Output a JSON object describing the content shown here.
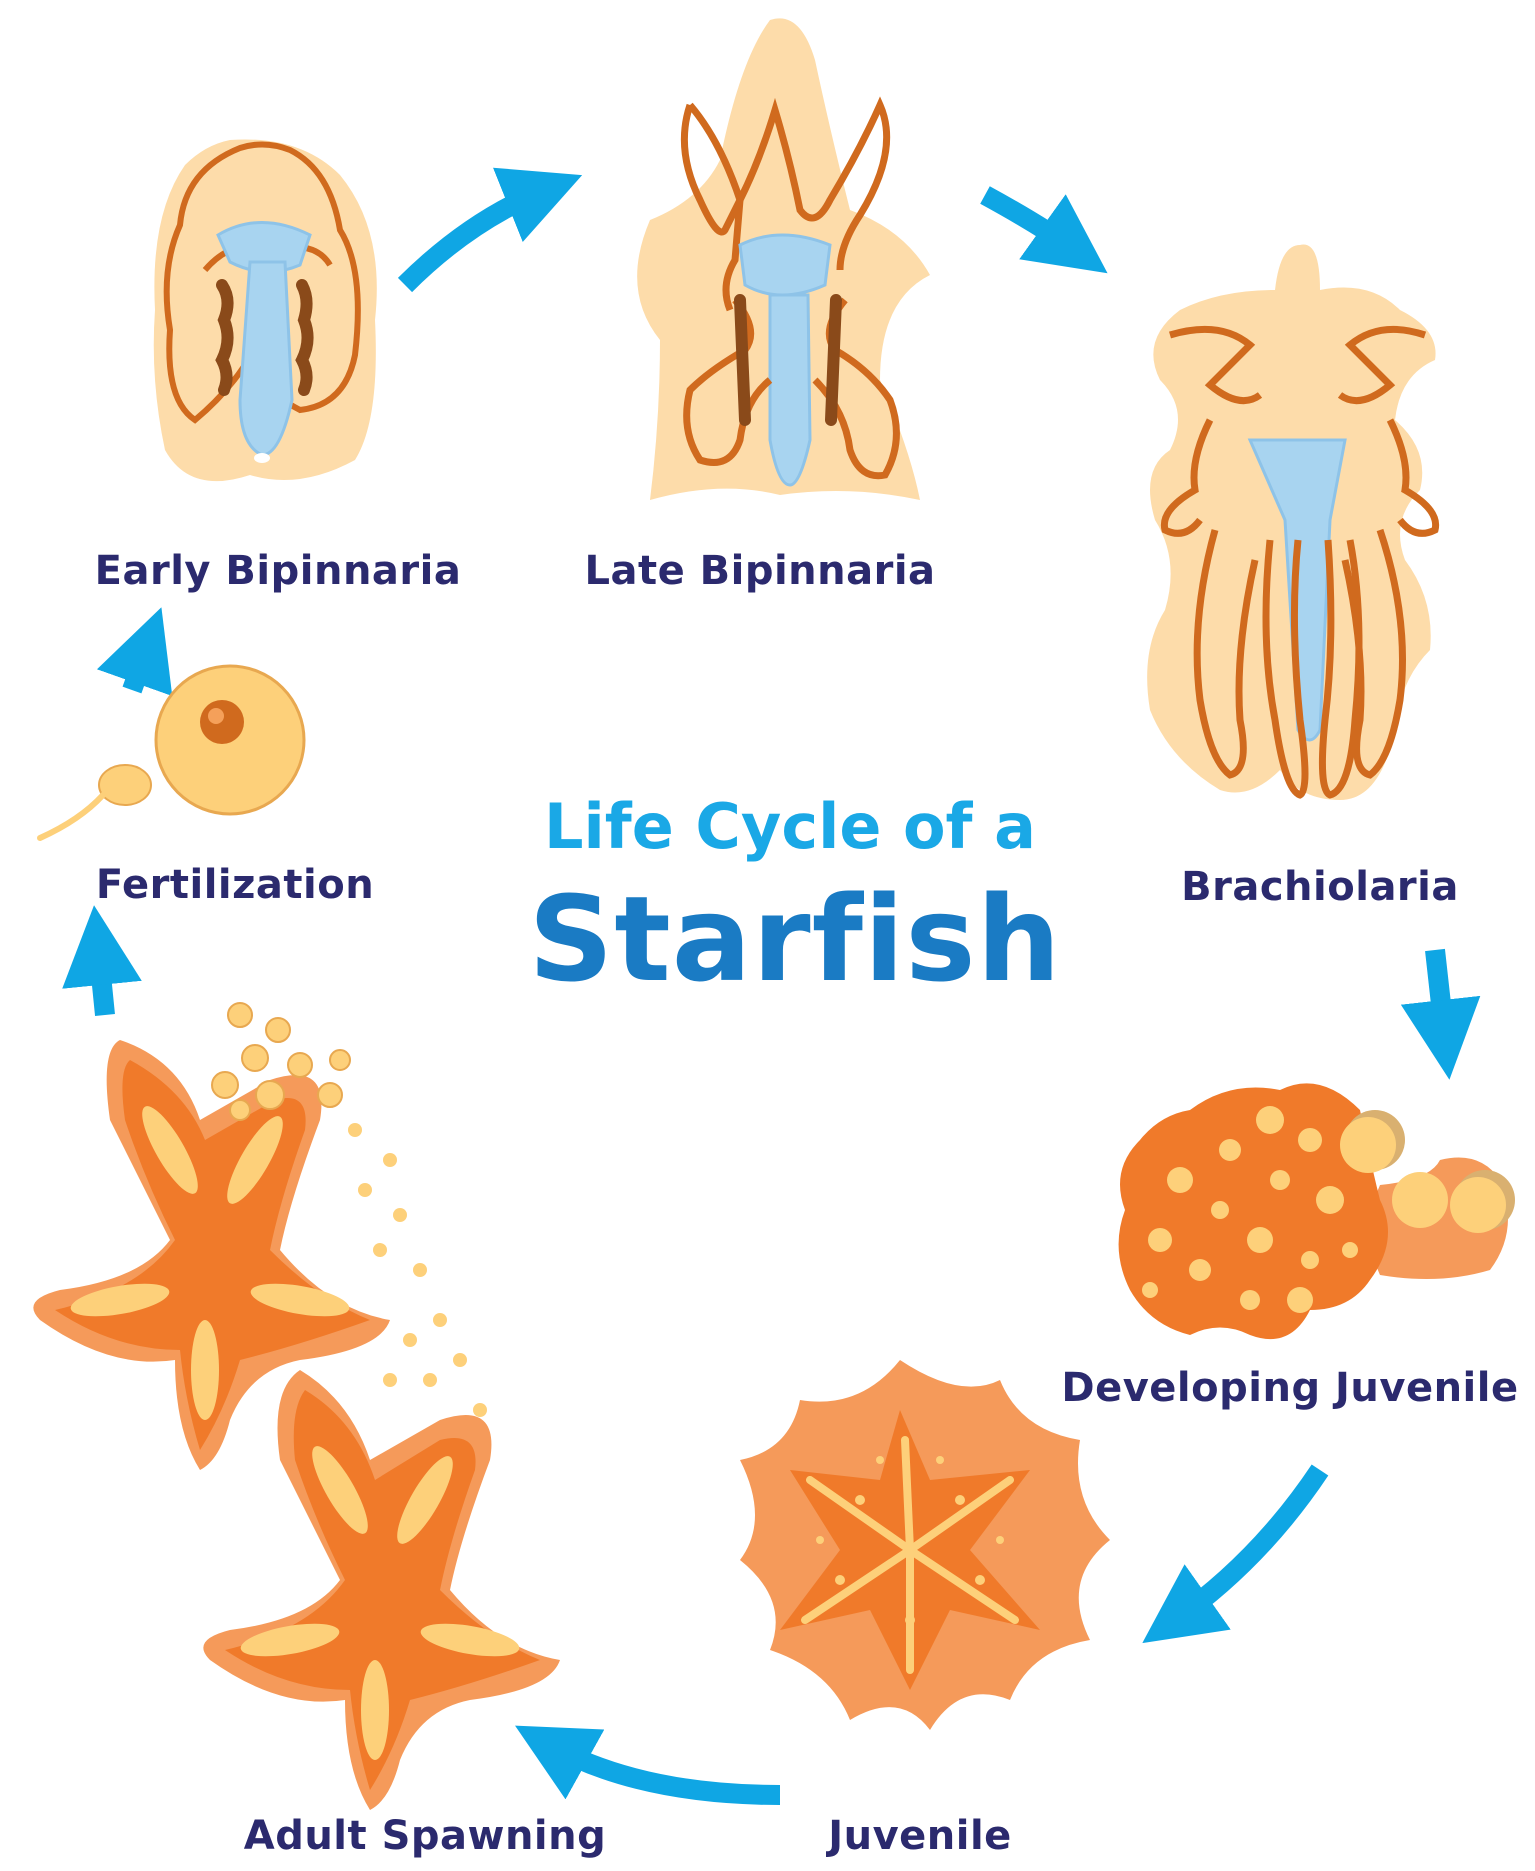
{
  "title": {
    "line1": "Life Cycle of a",
    "line2": "Starfish"
  },
  "colors": {
    "title_line1": "#1aa8e6",
    "title_line2": "#1a7bc4",
    "label": "#2b2a6e",
    "arrow": "#0fa6e4",
    "larva_body": "#fddcaa",
    "larva_outline": "#d06a1e",
    "gut": "#a8d4f0",
    "starfish": "#f07a2a",
    "starfish_light": "#f59a5a",
    "spots": "#fdd07a"
  },
  "stages": [
    {
      "label": "Early Bipinnaria",
      "icon": "early-bipinnaria-larva-icon"
    },
    {
      "label": "Late Bipinnaria",
      "icon": "late-bipinnaria-larva-icon"
    },
    {
      "label": "Brachiolaria",
      "icon": "brachiolaria-larva-icon"
    },
    {
      "label": "Developing Juvenile",
      "icon": "developing-juvenile-icon"
    },
    {
      "label": "Juvenile",
      "icon": "juvenile-starfish-icon"
    },
    {
      "label": "Adult Spawning",
      "icon": "adult-starfish-pair-icon"
    },
    {
      "label": "Fertilization",
      "icon": "egg-and-sperm-icon"
    }
  ]
}
